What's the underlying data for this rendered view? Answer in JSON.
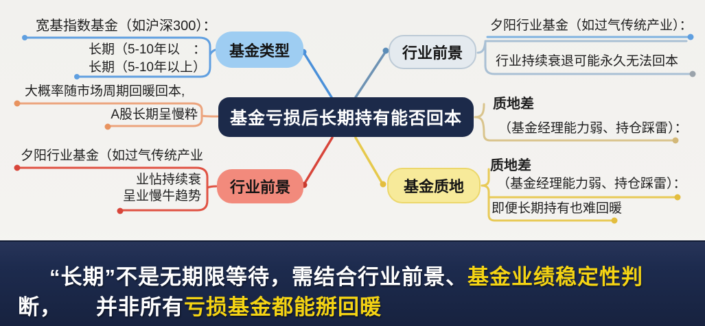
{
  "colors": {
    "background": "#f3f2ef",
    "center_bg": "#1c2a4a",
    "center_text": "#ffffff",
    "fund_type_node": "#9ecdf2",
    "industry_right_node": "#e4eaef",
    "industry_left_node": "#f28a7c",
    "fund_quality_node": "#f7ea9a",
    "blue_line": "#5f9fe0",
    "steel_line": "#6e93b4",
    "orange_line": "#eca47d",
    "red_line": "#dd4b3c",
    "yellow_line": "#e8ca57",
    "tan_line": "#d9c48c",
    "banner_bg": "#1d2b4e",
    "banner_text": "#ffffff",
    "banner_highlight": "#f5d413"
  },
  "mindmap": {
    "center": "基金亏损后长期持有能否回本",
    "fund_type": {
      "node": "基金类型",
      "note": "宽基指数基金（如沪深300）：",
      "detail_line1": "长期（5-10年以　：",
      "detail_line2": "长期（5-10年以上）"
    },
    "market_cycle": {
      "note": "大概率随市场周期回暖回本,",
      "detail": "A股长期呈慢粋"
    },
    "industry_left": {
      "node": "行业前景",
      "note": "夕阳行业基金（如过气传统产业",
      "detail_line1": "业怗持续衰",
      "detail_line2": "呈业慢牛趋势"
    },
    "industry_right": {
      "node": "行业前景",
      "note": "夕阳行业基金（如过气传统产业）：",
      "detail": "行业持续衰退可能永久无法回本"
    },
    "quality_mid": {
      "title": "质地差",
      "subtitle": "（基金经理能力弱、持仓踩雷）："
    },
    "fund_quality": {
      "node": "基金质地",
      "title": "质地差",
      "subtitle": "（基金经理能力弱、持仓踩雷）：",
      "detail": "即便长期持有也难回暖"
    }
  },
  "banner": {
    "line1_normal": "“长期”不是无期限等待，需结合行业前景、",
    "line1_highlight": "基金业绩稳定性判",
    "line2_normal_a": "断，",
    "line2_normal_b": "并非所有",
    "line2_highlight": "亏损基金都能掰回暖"
  }
}
